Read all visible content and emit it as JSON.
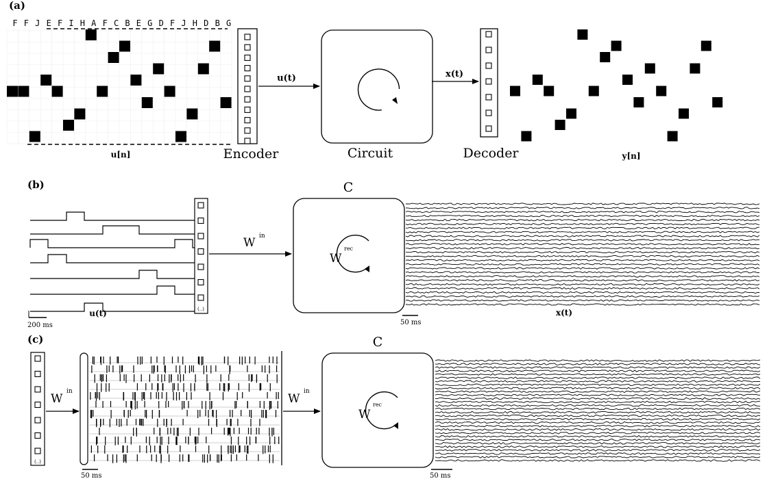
{
  "panel_a": {
    "label": "(a)",
    "sequence_letters": [
      "F",
      "F",
      "J",
      "E",
      "F",
      "I",
      "H",
      "A",
      "F",
      "C",
      "B",
      "E",
      "G",
      "D",
      "F",
      "J",
      "H",
      "D",
      "B",
      "G"
    ],
    "input_label": "u[n]",
    "encoder_label": "Encoder",
    "signal_in_label": "u(t)",
    "circuit_label": "Circuit",
    "signal_out_label": "x(t)",
    "decoder_label": "Decoder",
    "output_label": "y[n]"
  },
  "panel_b": {
    "label": "(b)",
    "circuit_title": "C",
    "w_in": "W",
    "w_in_sup": "in",
    "w_rec": "W",
    "w_rec_sup": "rec",
    "input_label": "u(t)",
    "output_label": "x(t)",
    "scale_left": "200 ms",
    "scale_right": "50 ms",
    "encoder_dots": "(..)"
  },
  "panel_c": {
    "label": "(c)",
    "circuit_title": "C",
    "w_in": "W",
    "w_in_sup": "in",
    "w_rec": "W",
    "w_rec_sup": "rec",
    "scale_left": "50 ms",
    "scale_right": "50 ms",
    "encoder_dots": "(..)"
  }
}
